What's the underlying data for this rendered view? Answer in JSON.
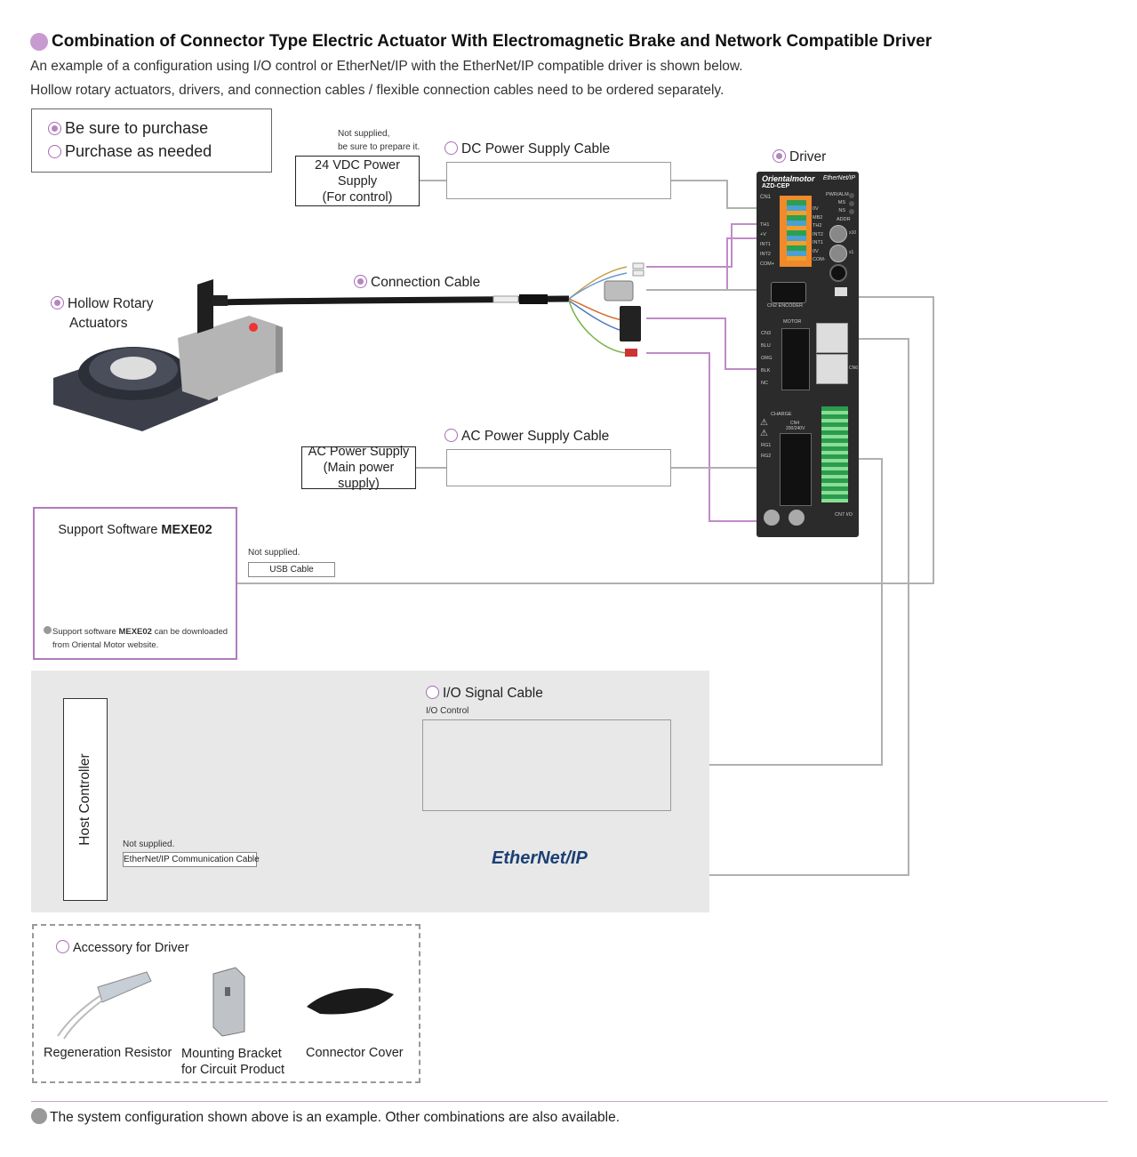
{
  "header": {
    "title": "Combination of Connector Type Electric Actuator With Electromagnetic Brake and Network Compatible Driver",
    "line1": "An example of a configuration using I/O control or EtherNet/IP with the EtherNet/IP compatible driver is shown below.",
    "line2": "Hollow rotary actuators, drivers, and connection cables / flexible connection cables  need to be ordered separately."
  },
  "legend": {
    "purchase": "Be sure to purchase",
    "as_needed": "Purchase as needed"
  },
  "power24": {
    "note1": "Not supplied,",
    "note2": "be sure to prepare it.",
    "line1": "24 VDC Power Supply",
    "line2": "(For control)"
  },
  "dc_cable": {
    "label": "DC Power Supply Cable"
  },
  "driver": {
    "label": "Driver",
    "brand": "Orientalmotor",
    "model": "AZD-CEP",
    "net": "EtherNet/IP",
    "leds": [
      "PWR/ALM",
      "MS",
      "NS"
    ],
    "cn1_pins": [
      "TH1",
      "+V",
      "INT1",
      "INT2",
      "COM+"
    ],
    "cn1_right": [
      "0V",
      "MB2",
      "TH2",
      "INT2",
      "INT1",
      "0V",
      "COM-"
    ],
    "encoder": "CN2  ENCODER",
    "motor": "MOTOR",
    "cn3_pins": [
      "CN3",
      "BLU",
      "ORG",
      "BLK",
      "NC"
    ],
    "cn6": "CN6",
    "charge": "CHARGE",
    "cn4": "CN4",
    "cn4_sub": "200/240V",
    "rg": [
      "RG1",
      "RG2"
    ],
    "cn7": "CN7 I/O",
    "addr": "ADDR",
    "x10": "x10",
    "x1": "x1"
  },
  "connection_cable": {
    "label": "Connection Cable"
  },
  "actuator": {
    "line1": "Hollow Rotary",
    "line2": "Actuators"
  },
  "ac_supply": {
    "line1": "AC Power Supply",
    "line2": "(Main power supply)"
  },
  "ac_cable": {
    "label": "AC Power Supply Cable"
  },
  "support": {
    "title_prefix": "Support Software ",
    "title_bold": "MEXE02",
    "note_prefix": "Support software ",
    "note_bold": "MEXE02",
    "note_suffix": " can be downloaded",
    "note_line2": "from Oriental Motor website."
  },
  "usb": {
    "note": "Not supplied.",
    "label": "USB Cable"
  },
  "io_cable": {
    "label": "I/O Signal Cable",
    "sub": "I/O Control"
  },
  "host": {
    "label": "Host Controller"
  },
  "ethernet_cable": {
    "note": "Not supplied.",
    "label": "EtherNet/IP Communication Cable"
  },
  "ethernet_logo": "EtherNet/IP",
  "accessory": {
    "title": "Accessory for Driver",
    "items": [
      {
        "line1": "Regeneration Resistor",
        "line2": ""
      },
      {
        "line1": "Mounting Bracket",
        "line2": "for Circuit Product"
      },
      {
        "line1": "Connector Cover",
        "line2": ""
      }
    ]
  },
  "footer": "The system configuration shown above is an example. Other combinations are also available.",
  "colors": {
    "accent": "#b585bf",
    "wire": "#b0b0b0",
    "driver_body": "#2b2b2b"
  }
}
